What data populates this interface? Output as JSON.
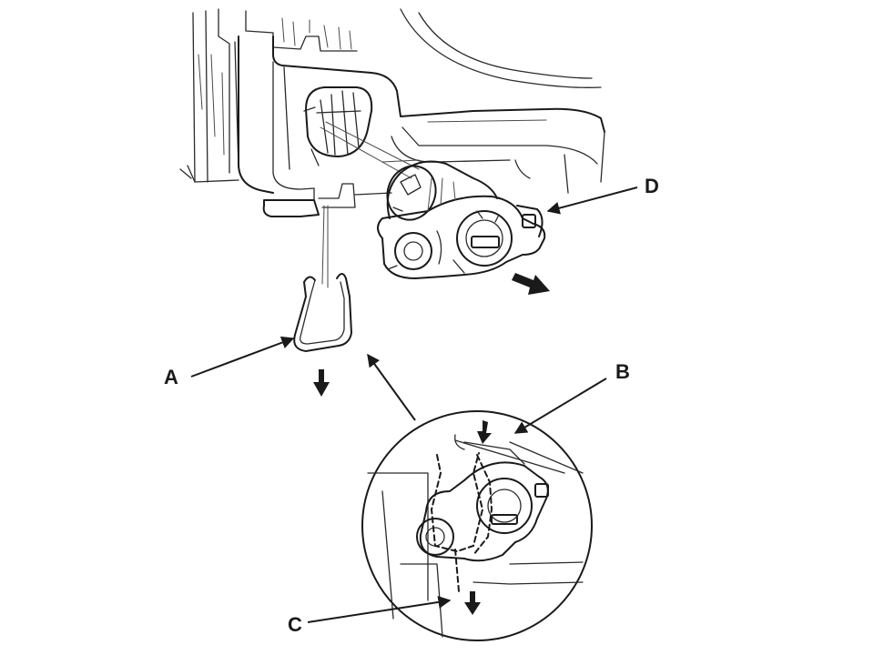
{
  "callouts": {
    "a": "A",
    "b": "B",
    "c": "C",
    "d": "D"
  },
  "colors": {
    "ink": "#1a1a1a",
    "paper": "#ffffff"
  }
}
